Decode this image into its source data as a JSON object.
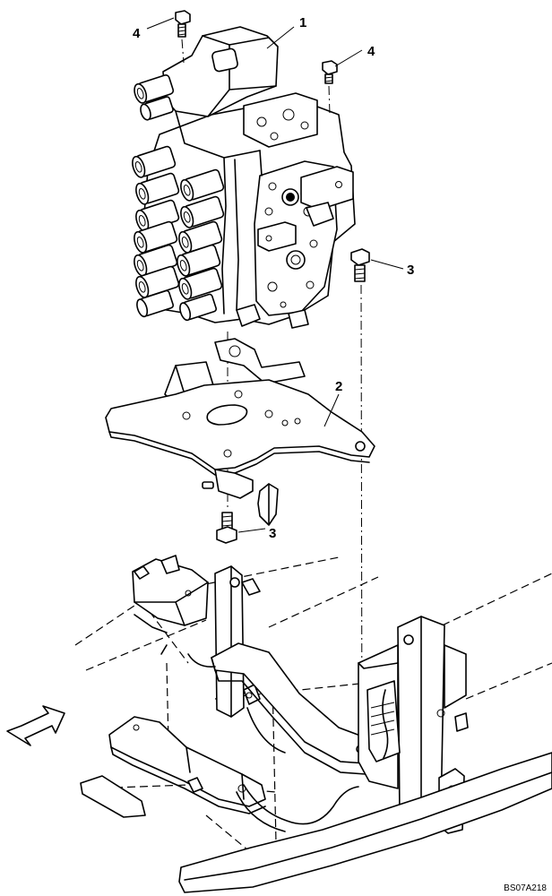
{
  "callouts": {
    "c1": "1",
    "c2": "2",
    "c3_upper": "3",
    "c3_lower": "3",
    "c4_left": "4",
    "c4_right": "4"
  },
  "drawing_code": "BS07A218",
  "icons": {
    "direction_arrow": "forward-arrow-icon"
  }
}
